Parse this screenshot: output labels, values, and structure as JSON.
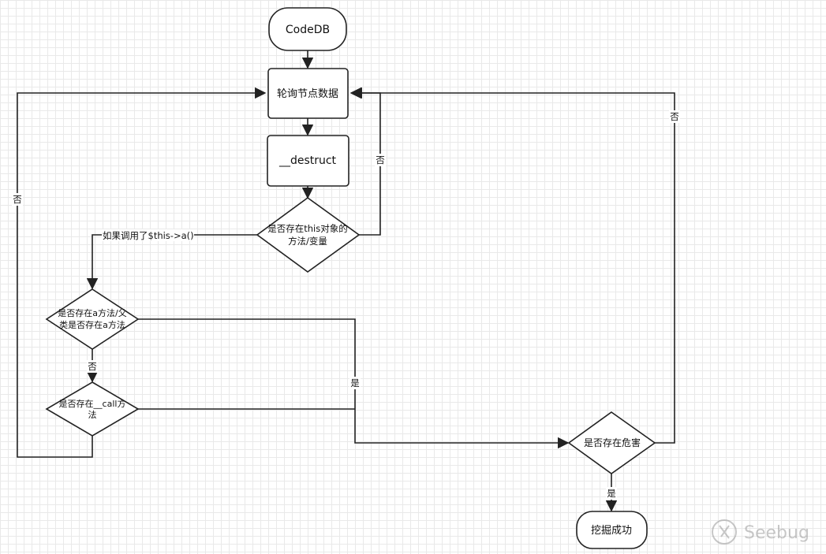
{
  "nodes": {
    "codedb": "CodeDB",
    "poll": "轮询节点数据",
    "destruct": "__destruct",
    "check_this_line1": "是否存在this对象的",
    "check_this_line2": "方法/变量",
    "check_a_line1": "是否存在a方法/父",
    "check_a_line2": "类是否存在a方法",
    "check_call_line1": "是否存在__call方",
    "check_call_line2": "法",
    "danger": "是否存在危害",
    "success": "挖掘成功"
  },
  "edges": {
    "if_called": "如果调用了$this->a()",
    "no_right_small": "否",
    "no_left": "否",
    "no_far_right": "否",
    "no_between": "否",
    "yes_middle": "是",
    "yes_bottom": "是"
  },
  "watermark": {
    "text": "Seebug"
  }
}
